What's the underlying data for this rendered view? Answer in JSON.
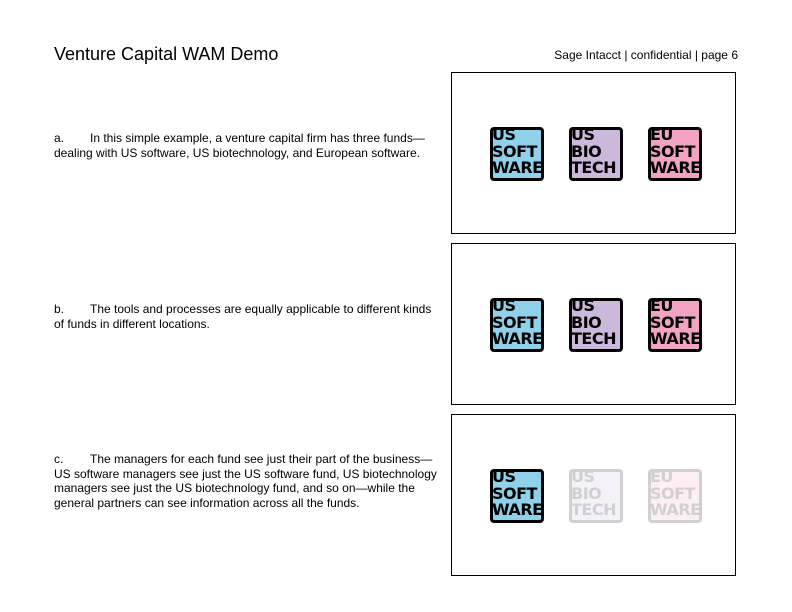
{
  "header": {
    "title": "Venture Capital WAM Demo",
    "meta": "Sage Intacct | confidential | page 6"
  },
  "items": [
    {
      "marker": "a.",
      "text": "In this simple example, a venture capital firm has three funds—dealing with US software, US biotechnology, and European software."
    },
    {
      "marker": "b.",
      "text": "The tools and processes are equally applicable to different kinds of funds in different locations."
    },
    {
      "marker": "c.",
      "text": "The managers for each fund see just their part of the business—US software managers see just the US software fund, US biotechnology managers see just the US biotechnology fund, and so on—while the general partners can see information across all the funds."
    }
  ],
  "funds": [
    {
      "lines": [
        "US",
        "SOFT",
        "WARE"
      ],
      "color": "#8fd1ea"
    },
    {
      "lines": [
        "US",
        "BIO",
        "TECH"
      ],
      "color": "#cbb8da"
    },
    {
      "lines": [
        "EU",
        "SOFT",
        "WARE"
      ],
      "color": "#f2a3c4"
    }
  ],
  "panels": [
    {
      "highlighted": [
        true,
        true,
        true
      ]
    },
    {
      "highlighted": [
        true,
        true,
        true
      ]
    },
    {
      "highlighted": [
        true,
        false,
        false
      ]
    }
  ]
}
